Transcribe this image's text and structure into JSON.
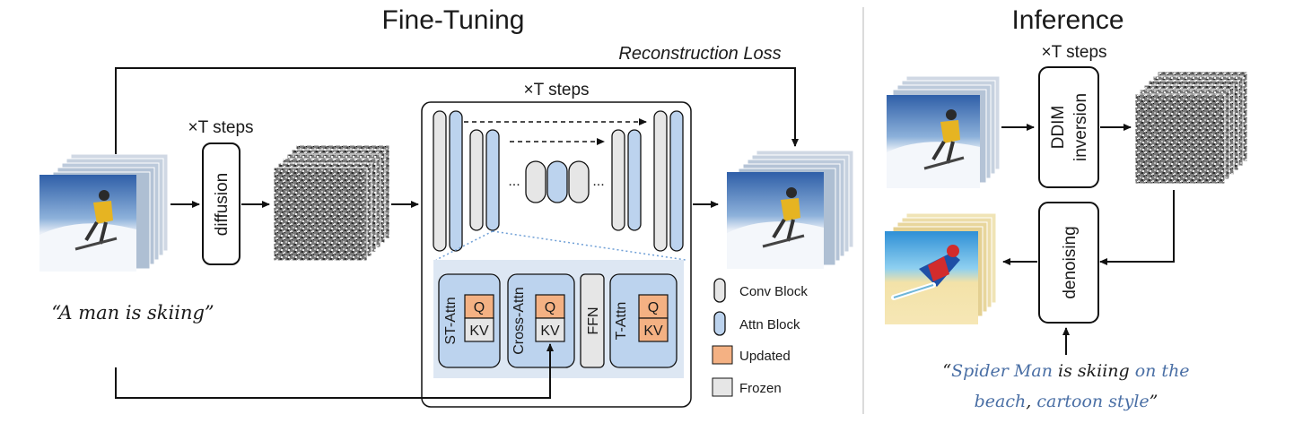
{
  "fine_tuning": {
    "title": "Fine-Tuning",
    "reconstruction_loss": "Reconstruction Loss",
    "diffusion_steps": "×T steps",
    "diffusion_label": "diffusion",
    "unet_steps": "×T steps",
    "ellipsis_left": "...",
    "ellipsis_right": "...",
    "prompt": "“A man is skiing”",
    "blocks": {
      "st_attn": "ST-Attn",
      "cross_attn": "Cross-Attn",
      "ffn": "FFN",
      "t_attn": "T-Attn",
      "q": "Q",
      "kv": "KV"
    },
    "legend": {
      "conv_block": "Conv Block",
      "attn_block": "Attn Block",
      "updated": "Updated",
      "frozen": "Frozen"
    }
  },
  "inference": {
    "title": "Inference",
    "steps": "×T steps",
    "ddim_line1": "DDIM",
    "ddim_line2": "inversion",
    "denoising": "denoising",
    "prompt": {
      "open_quote": "“",
      "p1": "Spider Man",
      "p2": " is skiing ",
      "p3": "on the",
      "p4": "beach",
      "p5": ", ",
      "p6": "cartoon style",
      "close_quote": "”"
    }
  },
  "colors": {
    "attn_fill": "#bcd3ee",
    "conv_fill": "#e6e6e6",
    "updated": "#f4b183",
    "frozen": "#e6e6e6",
    "panel_bg": "#dde7f3",
    "prompt_blue": "#4a6fa5"
  }
}
